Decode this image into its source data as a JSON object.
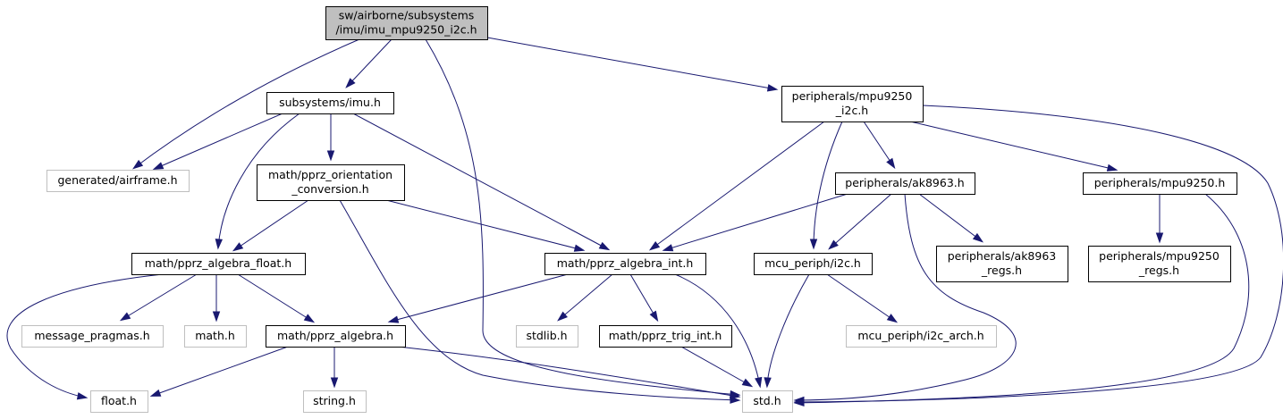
{
  "diagram": {
    "type": "include-dependency-graph",
    "nodes": [
      {
        "id": "root",
        "lines": [
          "sw/airborne/subsystems",
          "/imu/imu_mpu9250_i2c.h"
        ],
        "kind": "root"
      },
      {
        "id": "imu",
        "lines": [
          "subsystems/imu.h"
        ],
        "kind": "file"
      },
      {
        "id": "mpu_i2c",
        "lines": [
          "peripherals/mpu9250",
          "_i2c.h"
        ],
        "kind": "file"
      },
      {
        "id": "airframe",
        "lines": [
          "generated/airframe.h"
        ],
        "kind": "external"
      },
      {
        "id": "orient",
        "lines": [
          "math/pprz_orientation",
          "_conversion.h"
        ],
        "kind": "file"
      },
      {
        "id": "ak8963",
        "lines": [
          "peripherals/ak8963.h"
        ],
        "kind": "file"
      },
      {
        "id": "mpu9250",
        "lines": [
          "peripherals/mpu9250.h"
        ],
        "kind": "file"
      },
      {
        "id": "alg_float",
        "lines": [
          "math/pprz_algebra_float.h"
        ],
        "kind": "file"
      },
      {
        "id": "alg_int",
        "lines": [
          "math/pprz_algebra_int.h"
        ],
        "kind": "file"
      },
      {
        "id": "i2c",
        "lines": [
          "mcu_periph/i2c.h"
        ],
        "kind": "file"
      },
      {
        "id": "ak_regs",
        "lines": [
          "peripherals/ak8963",
          "_regs.h"
        ],
        "kind": "file"
      },
      {
        "id": "mpu_regs",
        "lines": [
          "peripherals/mpu9250",
          "_regs.h"
        ],
        "kind": "file"
      },
      {
        "id": "msg_pragmas",
        "lines": [
          "message_pragmas.h"
        ],
        "kind": "external"
      },
      {
        "id": "math",
        "lines": [
          "math.h"
        ],
        "kind": "external"
      },
      {
        "id": "alg",
        "lines": [
          "math/pprz_algebra.h"
        ],
        "kind": "file"
      },
      {
        "id": "stdlib",
        "lines": [
          "stdlib.h"
        ],
        "kind": "external"
      },
      {
        "id": "trig",
        "lines": [
          "math/pprz_trig_int.h"
        ],
        "kind": "file"
      },
      {
        "id": "i2c_arch",
        "lines": [
          "mcu_periph/i2c_arch.h"
        ],
        "kind": "external"
      },
      {
        "id": "float",
        "lines": [
          "float.h"
        ],
        "kind": "external"
      },
      {
        "id": "string",
        "lines": [
          "string.h"
        ],
        "kind": "external"
      },
      {
        "id": "std",
        "lines": [
          "std.h"
        ],
        "kind": "external"
      }
    ],
    "edges": [
      {
        "from": "root",
        "to": "imu"
      },
      {
        "from": "root",
        "to": "mpu_i2c"
      },
      {
        "from": "root",
        "to": "airframe"
      },
      {
        "from": "root",
        "to": "std"
      },
      {
        "from": "imu",
        "to": "airframe"
      },
      {
        "from": "imu",
        "to": "orient"
      },
      {
        "from": "imu",
        "to": "alg_float"
      },
      {
        "from": "imu",
        "to": "alg_int"
      },
      {
        "from": "mpu_i2c",
        "to": "alg_int"
      },
      {
        "from": "mpu_i2c",
        "to": "i2c"
      },
      {
        "from": "mpu_i2c",
        "to": "ak8963"
      },
      {
        "from": "mpu_i2c",
        "to": "mpu9250"
      },
      {
        "from": "mpu_i2c",
        "to": "std"
      },
      {
        "from": "orient",
        "to": "alg_float"
      },
      {
        "from": "orient",
        "to": "alg_int"
      },
      {
        "from": "orient",
        "to": "std"
      },
      {
        "from": "ak8963",
        "to": "alg_int"
      },
      {
        "from": "ak8963",
        "to": "i2c"
      },
      {
        "from": "ak8963",
        "to": "ak_regs"
      },
      {
        "from": "ak8963",
        "to": "std"
      },
      {
        "from": "mpu9250",
        "to": "mpu_regs"
      },
      {
        "from": "mpu9250",
        "to": "std"
      },
      {
        "from": "alg_float",
        "to": "msg_pragmas"
      },
      {
        "from": "alg_float",
        "to": "math"
      },
      {
        "from": "alg_float",
        "to": "alg"
      },
      {
        "from": "alg_float",
        "to": "float"
      },
      {
        "from": "alg_int",
        "to": "alg"
      },
      {
        "from": "alg_int",
        "to": "stdlib"
      },
      {
        "from": "alg_int",
        "to": "trig"
      },
      {
        "from": "alg_int",
        "to": "std"
      },
      {
        "from": "i2c",
        "to": "i2c_arch"
      },
      {
        "from": "i2c",
        "to": "std"
      },
      {
        "from": "alg",
        "to": "float"
      },
      {
        "from": "alg",
        "to": "string"
      },
      {
        "from": "alg",
        "to": "std"
      },
      {
        "from": "trig",
        "to": "std"
      }
    ],
    "colors": {
      "edge": "#191970",
      "root_fill": "#bfbfbf",
      "external_border": "#bfbfbf",
      "node_border": "#000000"
    }
  }
}
